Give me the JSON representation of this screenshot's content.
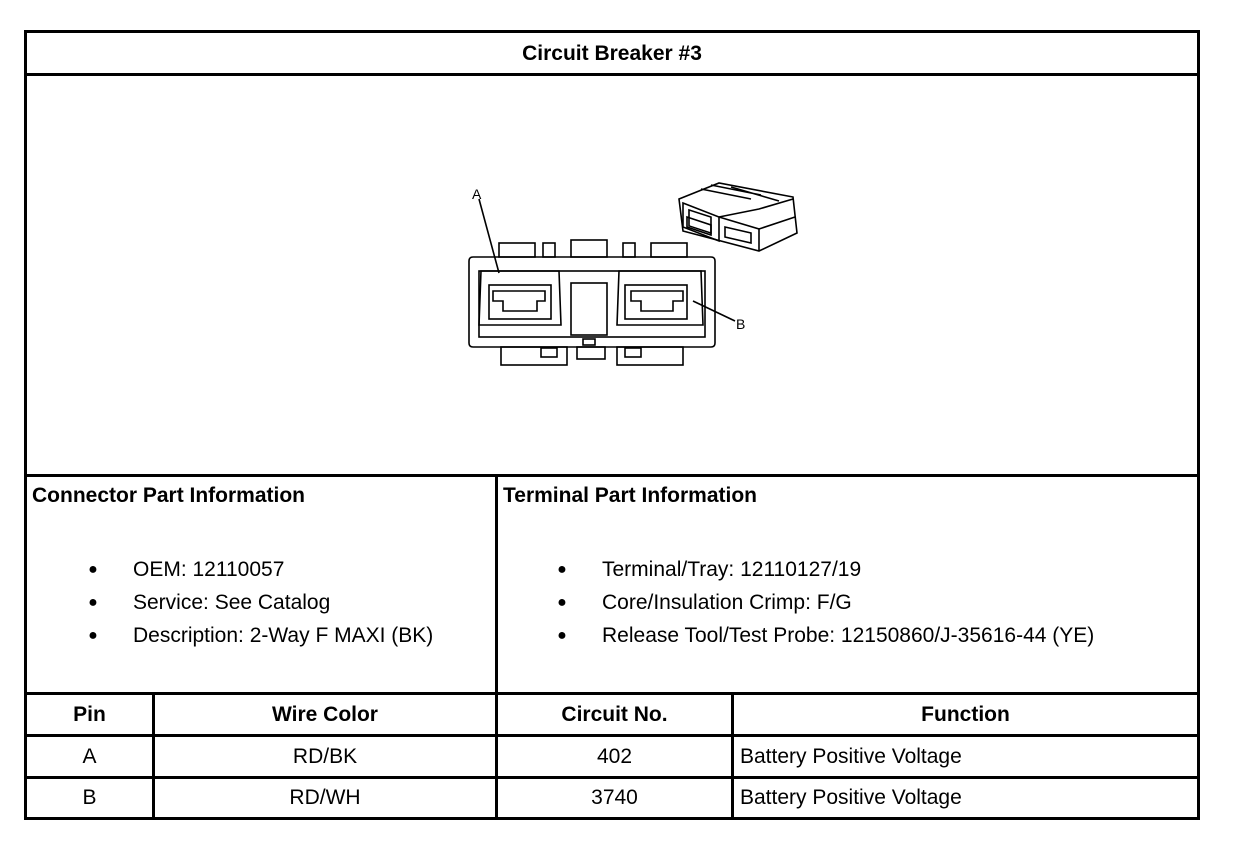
{
  "title": "Circuit Breaker #3",
  "diagram": {
    "callout_a": "A",
    "callout_b": "B"
  },
  "connector_info": {
    "heading": "Connector Part Information",
    "items": [
      "OEM: 12110057",
      "Service: See Catalog",
      "Description: 2-Way F MAXI (BK)"
    ]
  },
  "terminal_info": {
    "heading": "Terminal Part Information",
    "items": [
      "Terminal/Tray: 12110127/19",
      "Core/Insulation Crimp: F/G",
      "Release Tool/Test Probe: 12150860/J-35616-44 (YE)"
    ]
  },
  "pin_table": {
    "headers": [
      "Pin",
      "Wire Color",
      "Circuit No.",
      "Function"
    ],
    "rows": [
      [
        "A",
        "RD/BK",
        "402",
        "Battery Positive Voltage"
      ],
      [
        "B",
        "RD/WH",
        "3740",
        "Battery Positive Voltage"
      ]
    ]
  }
}
